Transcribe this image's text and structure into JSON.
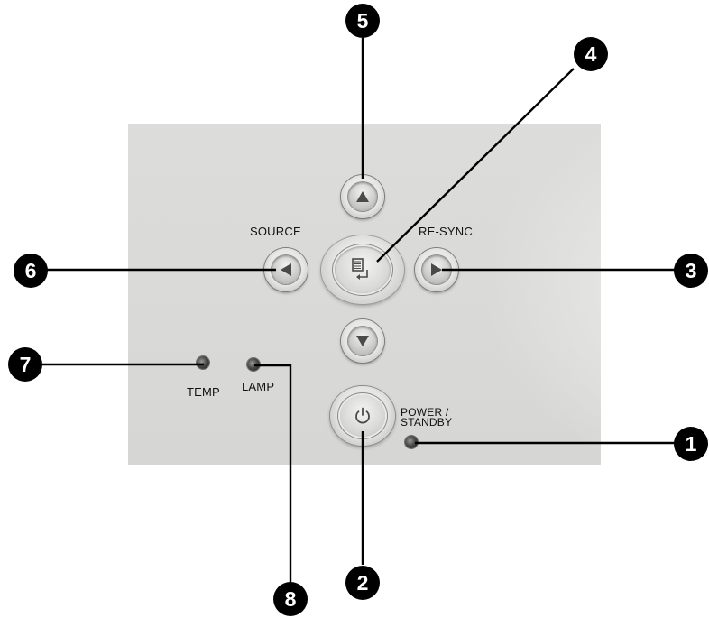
{
  "labels": {
    "source": "SOURCE",
    "resync": "RE-SYNC",
    "temp": "TEMP",
    "lamp": "LAMP",
    "power_line1": "POWER /",
    "power_line2": "STANDBY"
  },
  "callouts": [
    {
      "id": "1",
      "number": "1"
    },
    {
      "id": "2",
      "number": "2"
    },
    {
      "id": "3",
      "number": "3"
    },
    {
      "id": "4",
      "number": "4"
    },
    {
      "id": "5",
      "number": "5"
    },
    {
      "id": "6",
      "number": "6"
    },
    {
      "id": "7",
      "number": "7"
    },
    {
      "id": "8",
      "number": "8"
    }
  ],
  "icons": {
    "up": "arrow-up-icon",
    "down": "arrow-down-icon",
    "left": "arrow-left-icon",
    "right": "arrow-right-icon",
    "menu_enter": "menu-enter-icon",
    "power": "power-icon"
  },
  "colors": {
    "panel": "#dadad8",
    "callout": "#000000",
    "background": "#ffffff"
  }
}
